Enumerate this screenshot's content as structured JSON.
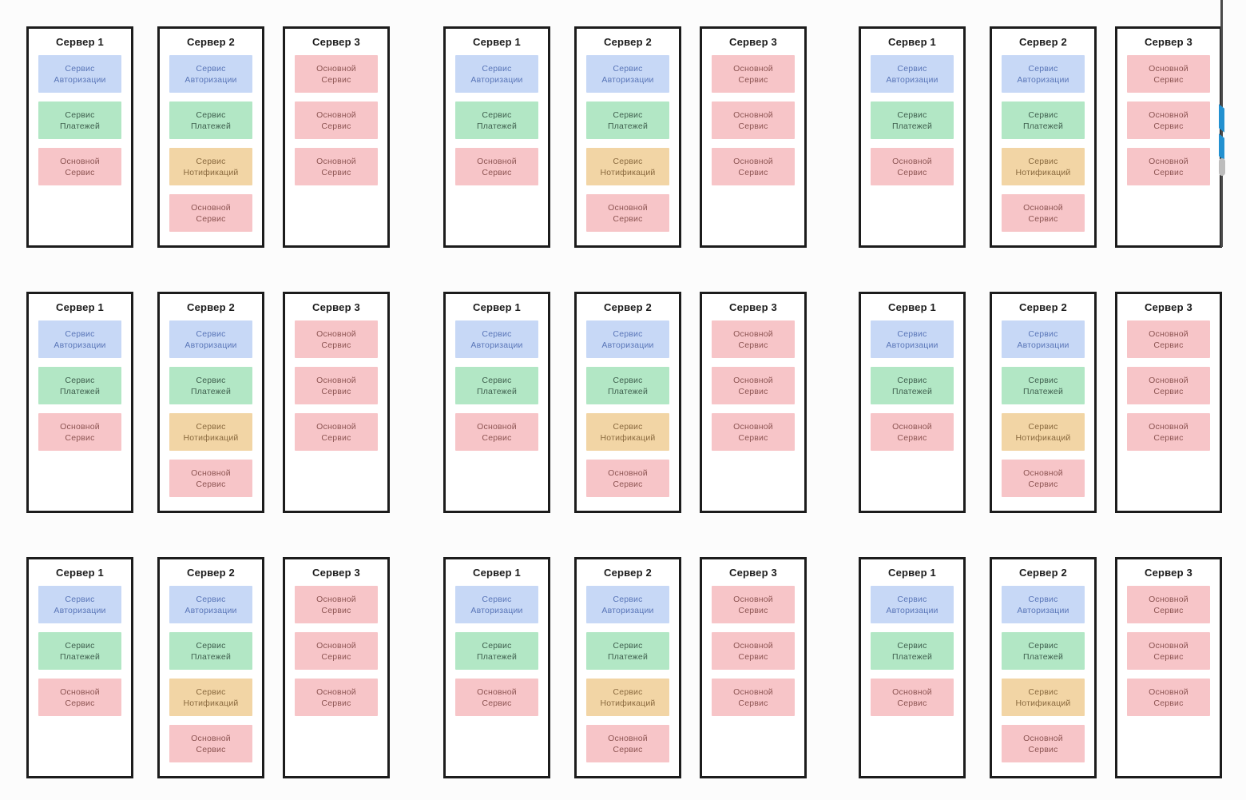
{
  "page": {
    "background": "#fcfcfc"
  },
  "grid": {
    "rows": 3,
    "columns": 3
  },
  "group": {
    "servers": [
      {
        "title": "Сервер 1",
        "services": [
          {
            "type": "auth",
            "lines": [
              "Сервис",
              "Авторизации"
            ]
          },
          {
            "type": "payments",
            "lines": [
              "Сервис",
              "Платежей"
            ]
          },
          {
            "type": "main",
            "lines": [
              "Основной",
              "Сервис"
            ]
          }
        ]
      },
      {
        "title": "Сервер 2",
        "services": [
          {
            "type": "auth",
            "lines": [
              "Сервис",
              "Авторизации"
            ]
          },
          {
            "type": "payments",
            "lines": [
              "Сервис",
              "Платежей"
            ]
          },
          {
            "type": "notifications",
            "lines": [
              "Сервис",
              "Нотификаций"
            ]
          },
          {
            "type": "main",
            "lines": [
              "Основной",
              "Сервис"
            ]
          }
        ]
      },
      {
        "title": "Сервер 3",
        "services": [
          {
            "type": "main",
            "lines": [
              "Основной",
              "Сервис"
            ]
          },
          {
            "type": "main",
            "lines": [
              "Основной",
              "Сервис"
            ]
          },
          {
            "type": "main",
            "lines": [
              "Основной",
              "Сервис"
            ]
          }
        ]
      }
    ]
  },
  "colors": {
    "page_bg": "#fcfcfc",
    "box_border": "#1c1c1c",
    "title_text": "#1c1c1c",
    "auth_bg": "#c7d8f6",
    "auth_text": "#5a76b8",
    "payments_bg": "#b2e7c5",
    "payments_text": "#3f5f4e",
    "notifications_bg": "#f2d5a5",
    "notifications_text": "#8a6a3f",
    "main_bg": "#f7c5c8",
    "main_text": "#8d5553",
    "artifact_line": "#4a4a4a",
    "artifact_blue": "#2391d0",
    "artifact_gray": "#bdbdbd"
  }
}
